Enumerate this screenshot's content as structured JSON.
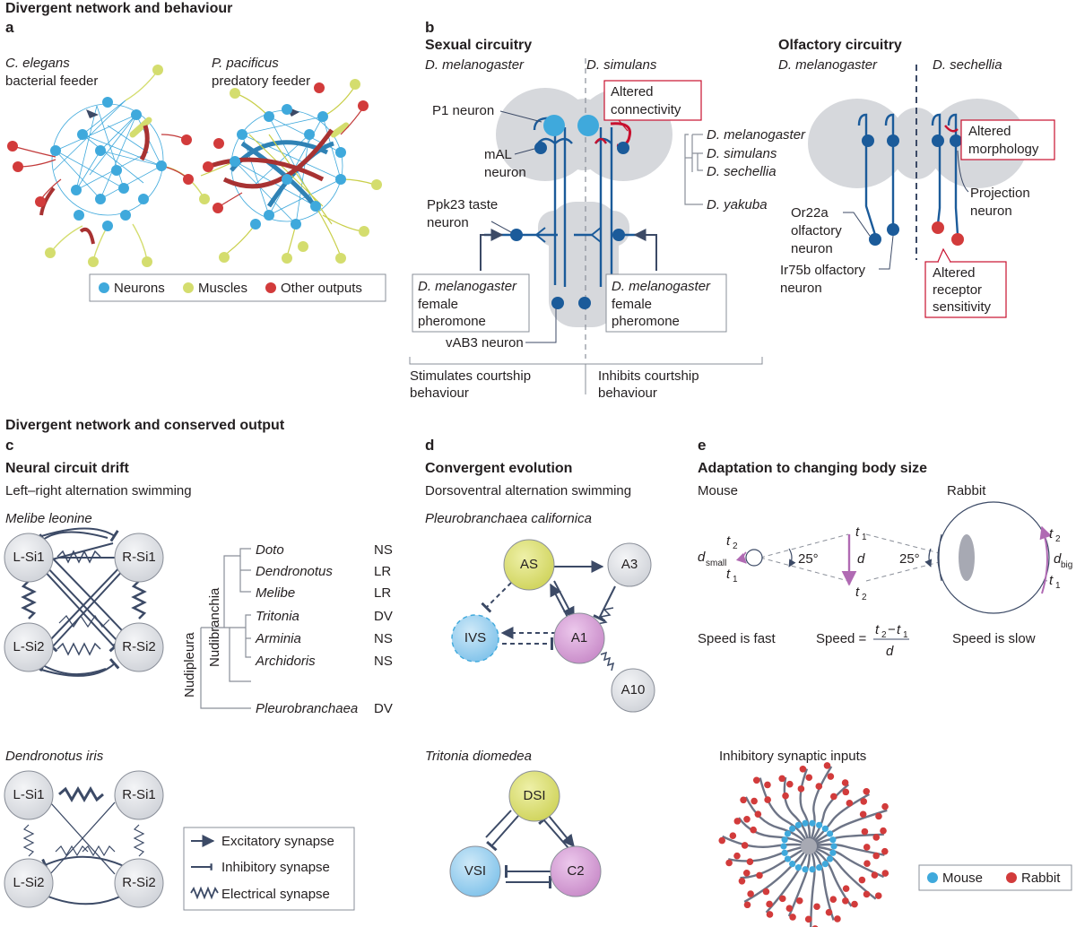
{
  "top_section": "Divergent network and behaviour",
  "bottom_section": "Divergent network and conserved output",
  "panel_a": {
    "letter": "a",
    "species1": "C. elegans",
    "species1_desc": "bacterial feeder",
    "species2": "P. pacificus",
    "species2_desc": "predatory feeder",
    "legend": [
      "Neurons",
      "Muscles",
      "Other outputs"
    ]
  },
  "panel_b": {
    "letter": "b",
    "sexual_title": "Sexual circuitry",
    "sp_mel": "D. melanogaster",
    "sp_sim": "D. simulans",
    "altered_connectivity": [
      "Altered",
      "connectivity"
    ],
    "p1": "P1 neuron",
    "mal": [
      "mAL",
      "neuron"
    ],
    "ppk23": [
      "Ppk23 taste",
      "neuron"
    ],
    "vab3": "vAB3 neuron",
    "pheromone_left": [
      "D. melanogaster",
      "female",
      "pheromone"
    ],
    "pheromone_right": [
      "D. melanogaster",
      "female",
      "pheromone"
    ],
    "stimulates": [
      "Stimulates courtship",
      "behaviour"
    ],
    "inhibits": [
      "Inhibits courtship",
      "behaviour"
    ],
    "tree": [
      "D. melanogaster",
      "D. simulans",
      "D. sechellia",
      "D. yakuba"
    ],
    "olfactory_title": "Olfactory circuitry",
    "olf_mel": "D. melanogaster",
    "olf_sech": "D. sechellia",
    "altered_morphology": [
      "Altered",
      "morphology"
    ],
    "projection": [
      "Projection",
      "neuron"
    ],
    "or22a": [
      "Or22a",
      "olfactory",
      "neuron"
    ],
    "ir75b": [
      "Ir75b olfactory",
      "neuron"
    ],
    "altered_receptor": [
      "Altered",
      "receptor",
      "sensitivity"
    ]
  },
  "panel_c": {
    "letter": "c",
    "title": "Neural circuit drift",
    "subtitle": "Left–right alternation swimming",
    "species_top": "Melibe leonine",
    "species_bottom": "Dendronotus iris",
    "nodes": [
      "L-Si1",
      "R-Si1",
      "L-Si2",
      "R-Si2"
    ],
    "tree_taxa": [
      "Doto",
      "Dendronotus",
      "Melibe",
      "Tritonia",
      "Arminia",
      "Archidoris",
      "Pleurobranchaea"
    ],
    "tree_codes": [
      "NS",
      "LR",
      "LR",
      "DV",
      "NS",
      "NS",
      "DV"
    ],
    "clade_inner": "Nudibranchia",
    "clade_outer": "Nudipleura",
    "legend": [
      "Excitatory synapse",
      "Inhibitory synapse",
      "Electrical synapse"
    ]
  },
  "panel_d": {
    "letter": "d",
    "title": "Convergent evolution",
    "subtitle": "Dorsoventral alternation swimming",
    "species_top": "Pleurobranchaea californica",
    "species_bottom": "Tritonia diomedea",
    "nodes_top": [
      "AS",
      "A3",
      "IVS",
      "A1",
      "A10"
    ],
    "nodes_bottom": [
      "DSI",
      "VSI",
      "C2"
    ]
  },
  "panel_e": {
    "letter": "e",
    "title": "Adaptation to changing body size",
    "mouse": "Mouse",
    "rabbit": "Rabbit",
    "angle": "25°",
    "d": "d",
    "d_small": "d",
    "d_small_sub": "small",
    "d_big": "d",
    "d_big_sub": "big",
    "t": "t",
    "sub1": "1",
    "sub2": "2",
    "speed_fast": "Speed is fast",
    "speed_label": "Speed =",
    "speed_slow": "Speed is slow",
    "inhibitory_title": "Inhibitory synaptic inputs",
    "legend": [
      "Mouse",
      "Rabbit"
    ]
  },
  "colors": {
    "neuron_blue": "#3fa9dc",
    "muscle_yellow": "#d4dd6e",
    "output_red": "#d23b3b",
    "dark_blue": "#1b5b9a",
    "navy": "#3c4a66",
    "grey": "#d6d8dc",
    "purple": "#b06ab3",
    "yellow_node": "#dde07c",
    "lavender": "#d9a8d9",
    "node_grey": "#e3e4e8"
  }
}
